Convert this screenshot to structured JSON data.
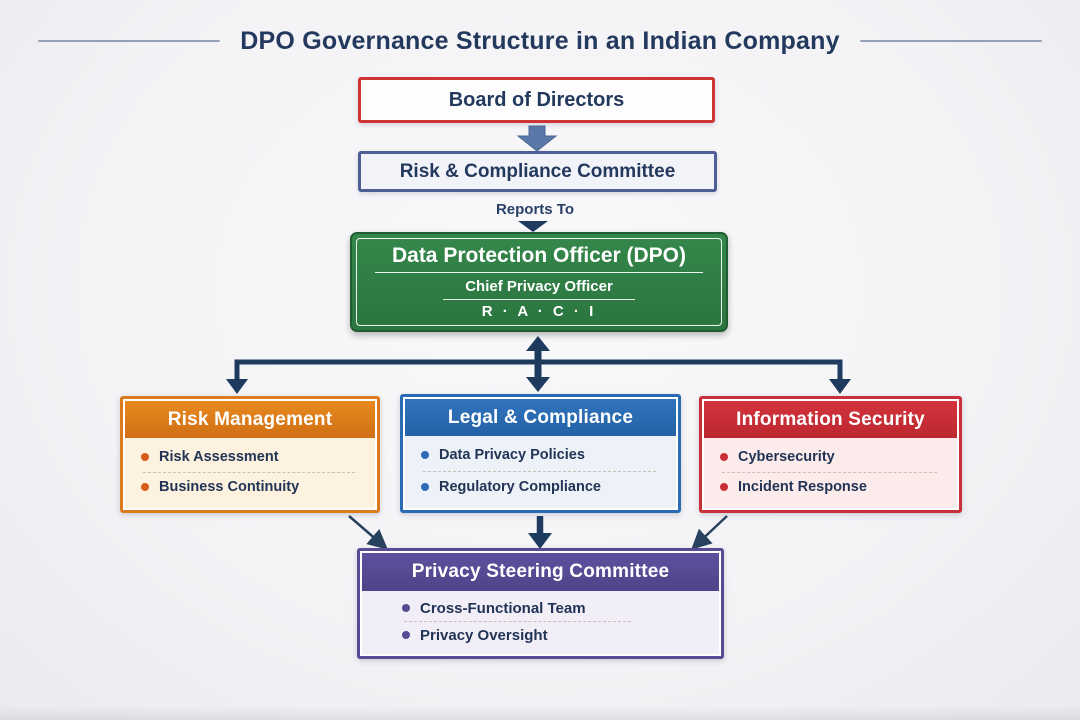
{
  "title": "DPO Governance Structure in an Indian Company",
  "nodes": {
    "board": {
      "label": "Board of Directors"
    },
    "committee": {
      "label": "Risk & Compliance Committee"
    },
    "reports_to_label": "Reports To",
    "dpo": {
      "title": "Data Protection Officer (DPO)",
      "subtitle": "Chief Privacy Officer",
      "raci": "R · A · C · I"
    },
    "steering": {
      "title": "Privacy Steering Committee",
      "items": [
        "Cross-Functional Team",
        "Privacy Oversight"
      ]
    }
  },
  "departments": [
    {
      "title": "Risk Management",
      "items": [
        "Risk Assessment",
        "Business Continuity"
      ],
      "accent": "#dc7a1e"
    },
    {
      "title": "Legal & Compliance",
      "items": [
        "Data Privacy Policies",
        "Regulatory Compliance"
      ],
      "accent": "#2a6cb4"
    },
    {
      "title": "Information Security",
      "items": [
        "Cybersecurity",
        "Incident Response"
      ],
      "accent": "#c92f38"
    }
  ],
  "colors": {
    "title_navy": "#23395d",
    "connector_navy": "#1e3a5f",
    "board_border_red": "#cf3434",
    "committee_border_blue": "#4d5f94",
    "block_arrow_steel_blue": "#5b79a8",
    "dpo_green": "#2e7d42",
    "steering_purple": "#584a93",
    "background": "#f3f3f6"
  }
}
